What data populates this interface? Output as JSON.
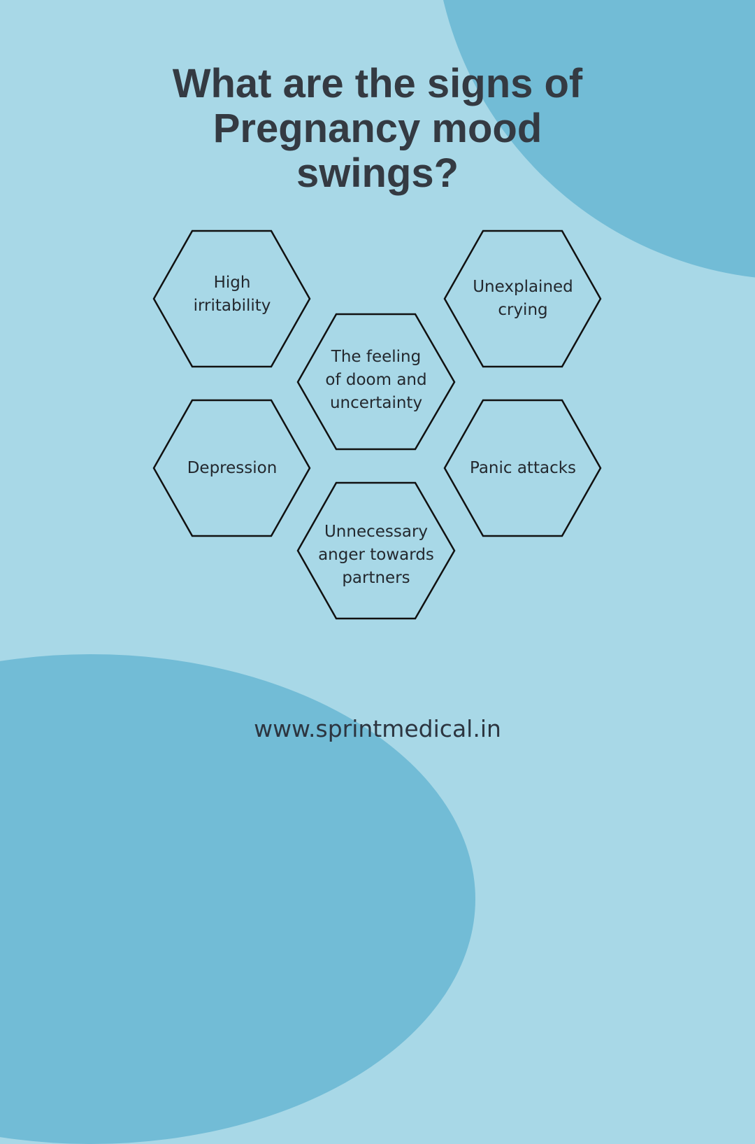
{
  "title": "What are the signs of Pregnancy mood swings?",
  "title_lines": [
    "What are the signs of",
    "Pregnancy mood",
    "swings?"
  ],
  "signs": [
    {
      "label": "High irritability",
      "lines": [
        "High",
        "irritability"
      ]
    },
    {
      "label": "Unexplained crying",
      "lines": [
        "Unexplained",
        "crying"
      ]
    },
    {
      "label": "The feeling of doom and uncertainty",
      "lines": [
        "The feeling",
        "of doom and",
        "uncertainty"
      ]
    },
    {
      "label": "Depression",
      "lines": [
        "Depression"
      ]
    },
    {
      "label": "Panic attacks",
      "lines": [
        "Panic attacks"
      ]
    },
    {
      "label": "Unnecessary anger towards partners",
      "lines": [
        "Unnecessary",
        "anger towards",
        "partners"
      ]
    }
  ],
  "footer": {
    "website": "www.sprintmedical.in"
  },
  "colors": {
    "background": "#a8d8e7",
    "accent_blob": "#72bcd6",
    "title": "#343a42",
    "hex_stroke": "#111111"
  }
}
